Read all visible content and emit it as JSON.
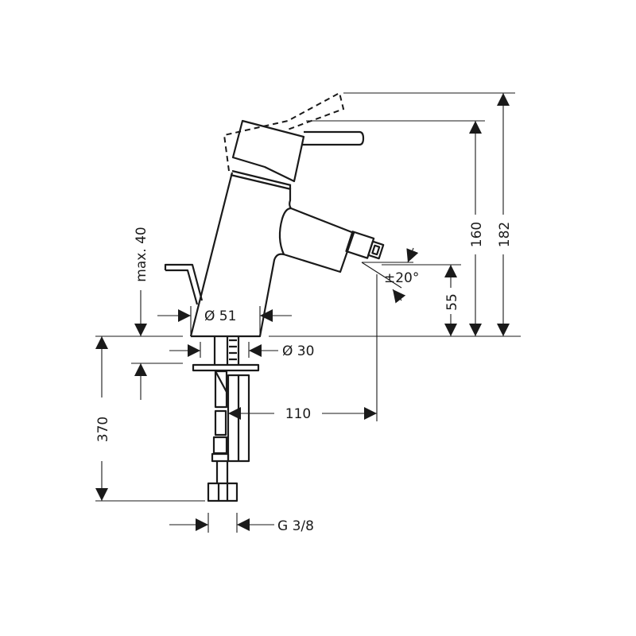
{
  "title": "Bidet mixer dimension drawing",
  "dimensions": {
    "total_height": "182",
    "spout_height": "160",
    "outlet_height": "55",
    "swivel_angle": "±20°",
    "max_deck_thickness": "max. 40",
    "body_diameter": "Ø 51",
    "shank_diameter": "Ø 30",
    "projection": "110",
    "hose_length": "370",
    "connection_thread": "G 3/8"
  }
}
